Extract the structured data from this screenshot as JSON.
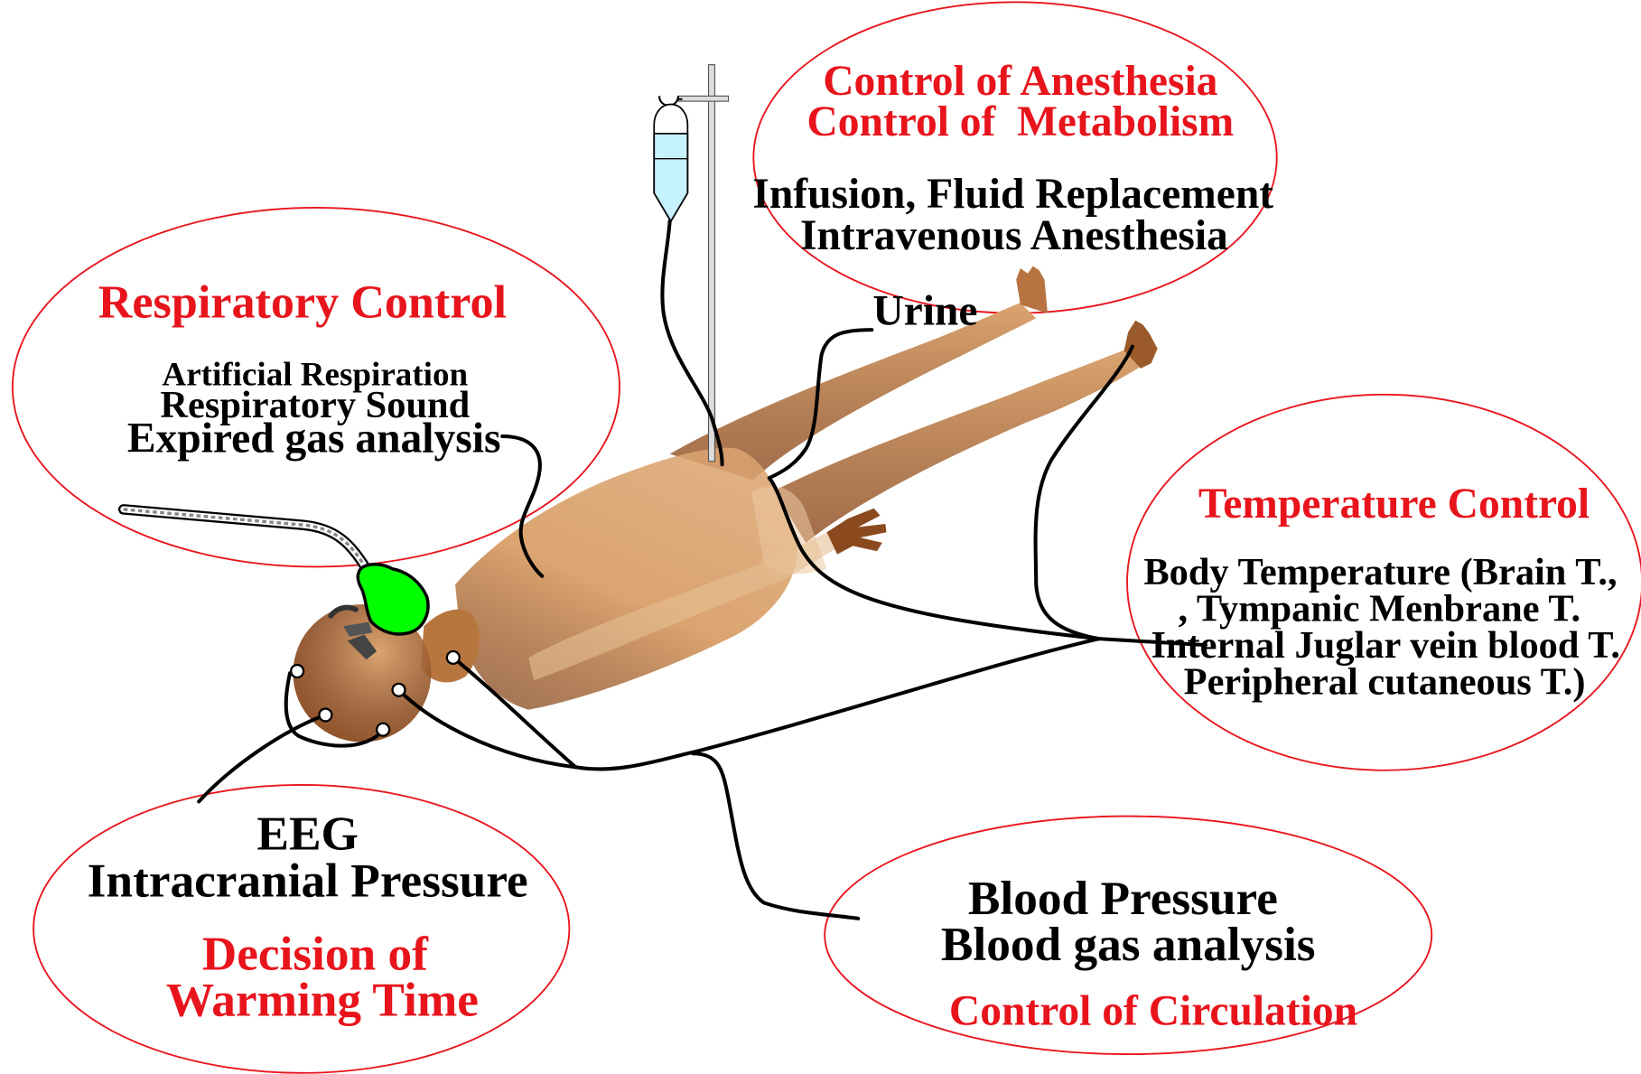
{
  "panels": {
    "anesthesia": {
      "title_lines": [
        "Control of Anesthesia",
        "Control of  Metabolism"
      ],
      "items": [
        "Infusion, Fluid Replacement",
        "Intravenous Anesthesia"
      ]
    },
    "urine": {
      "label": "Urine"
    },
    "respiratory": {
      "title": "Respiratory Control",
      "items": [
        "Artificial Respiration",
        "Respiratory Sound",
        "Expired gas analysis"
      ]
    },
    "temperature": {
      "title": "Temperature Control",
      "items": [
        "Body Temperature (Brain T.,",
        ", Tympanic Menbrane T.",
        "Internal Juglar vein blood T.",
        "Peripheral cutaneous T.)"
      ]
    },
    "neuro": {
      "items": [
        "EEG",
        "Intracranial Pressure"
      ],
      "title_lines": [
        "Decision of",
        "Warming Time"
      ]
    },
    "circulation": {
      "items": [
        "Blood Pressure",
        "Blood gas analysis"
      ],
      "title": "Control of Circulation"
    }
  },
  "colors": {
    "heading_text": "#e8141c",
    "body_text": "#000000",
    "ellipse_outline": "#e8141c",
    "mask": "#00ff00",
    "iv_fluid": "#c6f1ff",
    "skin_light": "#dba470",
    "skin_dark": "#8a4a1e"
  }
}
